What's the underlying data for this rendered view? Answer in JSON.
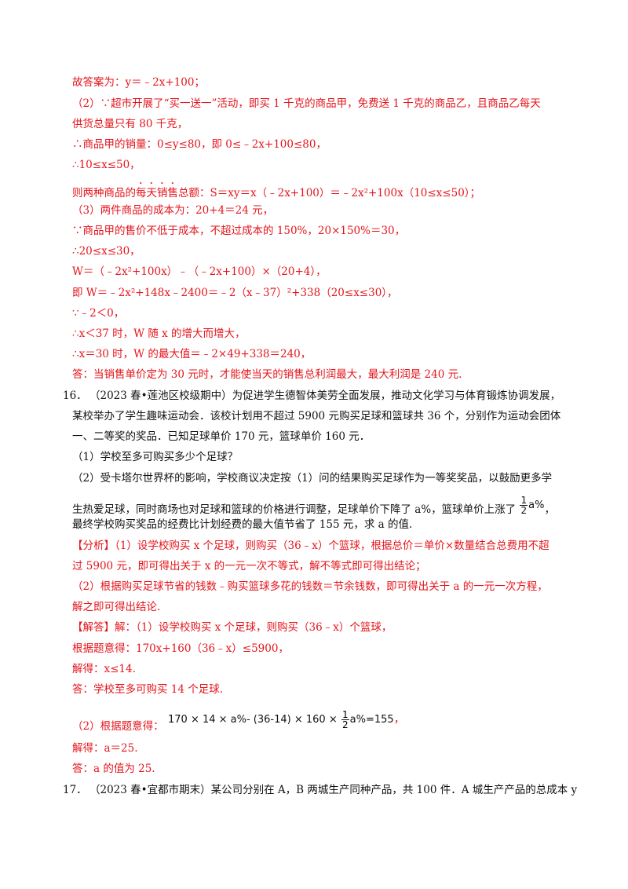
{
  "lines": [
    {
      "id": "l1",
      "text": "故答案为：y＝﹣2x+100；"
    },
    {
      "id": "l2",
      "text": "（2）∵超市开展了“买一送一”活动，即买 1 千克的商品甲，免费送 1 千克的商品乙，且商品乙每天"
    },
    {
      "id": "l3",
      "text": "供货总量只有 80 千克，"
    },
    {
      "id": "l4",
      "text": "∴商品甲的销量：0≤y≤80，即 0≤﹣2x+100≤80，"
    },
    {
      "id": "l5",
      "text": "∴10≤x≤50，"
    },
    {
      "id": "l6a",
      "text": "则两种商品的"
    },
    {
      "id": "l6b",
      "text": "每天销售"
    },
    {
      "id": "l6c",
      "text": "总额：S＝xy＝x（﹣2x+100）＝﹣2x²+100x（10≤x≤50）；"
    },
    {
      "id": "l7",
      "text": "（3）两件商品的成本为：20+4＝24 元，"
    },
    {
      "id": "l8",
      "text": "∵商品甲的售价不低于成本，不超过成本的 150%，20×150%＝30，"
    },
    {
      "id": "l9",
      "text": "∴20≤x≤30，"
    },
    {
      "id": "l10",
      "text": "W＝（﹣2x²+100x）﹣（﹣2x+100）×（20+4），"
    },
    {
      "id": "l11",
      "text": "即 W＝﹣2x²+148x﹣2400＝﹣2（x﹣37）²+338（20≤x≤30），"
    },
    {
      "id": "l12",
      "text": "∵﹣2＜0，"
    },
    {
      "id": "l13",
      "text": "∴x＜37 时，W 随 x 的增大而增大，"
    },
    {
      "id": "l14",
      "text": "∴x＝30 时，W 的最大值＝﹣2×49+338＝240，"
    },
    {
      "id": "l15",
      "text": "答：当销售单价定为 30 元时，才能使当天的销售总利润最大，最大利润是 240 元."
    },
    {
      "id": "q16num",
      "text": "16．"
    },
    {
      "id": "q16a",
      "text": "（2023 春•莲池区校级期中）为促进学生德智体美劳全面发展，推动文化学习与体育锻炼协调发展，"
    },
    {
      "id": "q16b",
      "text": "某校举办了学生趣味运动会．该校计划用不超过 5900 元购买足球和篮球共 36 个，分别作为运动会团体"
    },
    {
      "id": "q16c",
      "text": "一、二等奖的奖品．已知足球单价 170 元，篮球单价 160 元．"
    },
    {
      "id": "q16d",
      "text": "（1）学校至多可购买多少个足球？"
    },
    {
      "id": "q16e",
      "text": "（2）受卡塔尔世界杯的影响，学校商议决定按（1）问的结果购买足球作为一等奖奖品，以鼓励更多学"
    },
    {
      "id": "q16f1",
      "text": "生热爱足球，同时商场也对足球和篮球的价格进行调整，足球单价下降了 a%，篮球单价上涨了"
    },
    {
      "id": "q16f2",
      "text": "，"
    },
    {
      "id": "q16g",
      "text": "最终学校购买奖品的经费比计划经费的最大值节省了 155 元，求 a 的值."
    },
    {
      "id": "a1",
      "text": "【分析】（1）设学校购买 x 个足球，则购买（36﹣x）个篮球，根据总价＝单价×数量结合总费用不超"
    },
    {
      "id": "a2",
      "text": "过 5900 元，即可得出关于 x 的一元一次不等式，解不等式即可得出结论；"
    },
    {
      "id": "a3",
      "text": "（2）根据购买足球节省的钱数﹣购买篮球多花的钱数＝节余钱数，即可得出关于 a 的一元一次方程，"
    },
    {
      "id": "a4",
      "text": "解之即可得出结论."
    },
    {
      "id": "s1",
      "text": "【解答】解：（1）设学校购买 x 个足球，则购买（36﹣x）个篮球，"
    },
    {
      "id": "s2",
      "text": "根据题意得：170x+160（36﹣x）≤5900，"
    },
    {
      "id": "s3",
      "text": "解得：x≤14."
    },
    {
      "id": "s4",
      "text": "答：学校至多可购买 14 个足球."
    },
    {
      "id": "s5",
      "text": "（2）根据题意得："
    },
    {
      "id": "s5eq1",
      "text": "170 × 14 × a%- (36-14) × 160 ×"
    },
    {
      "id": "s5eq2",
      "text": "a%=155"
    },
    {
      "id": "s5comma",
      "text": "，"
    },
    {
      "id": "s6",
      "text": "解得：a＝25."
    },
    {
      "id": "s7",
      "text": "答：a 的值为 25."
    },
    {
      "id": "q17num",
      "text": "17．"
    },
    {
      "id": "q17a",
      "text": "（2023 春•宜都市期末）某公司分别在 A，B 两城生产同种产品，共 100 件．A 城生产产品的总成本 y"
    }
  ],
  "frac_half": {
    "num": "1",
    "den": "2",
    "suffix": "a%"
  },
  "frac_half2": {
    "num": "1",
    "den": "2"
  }
}
